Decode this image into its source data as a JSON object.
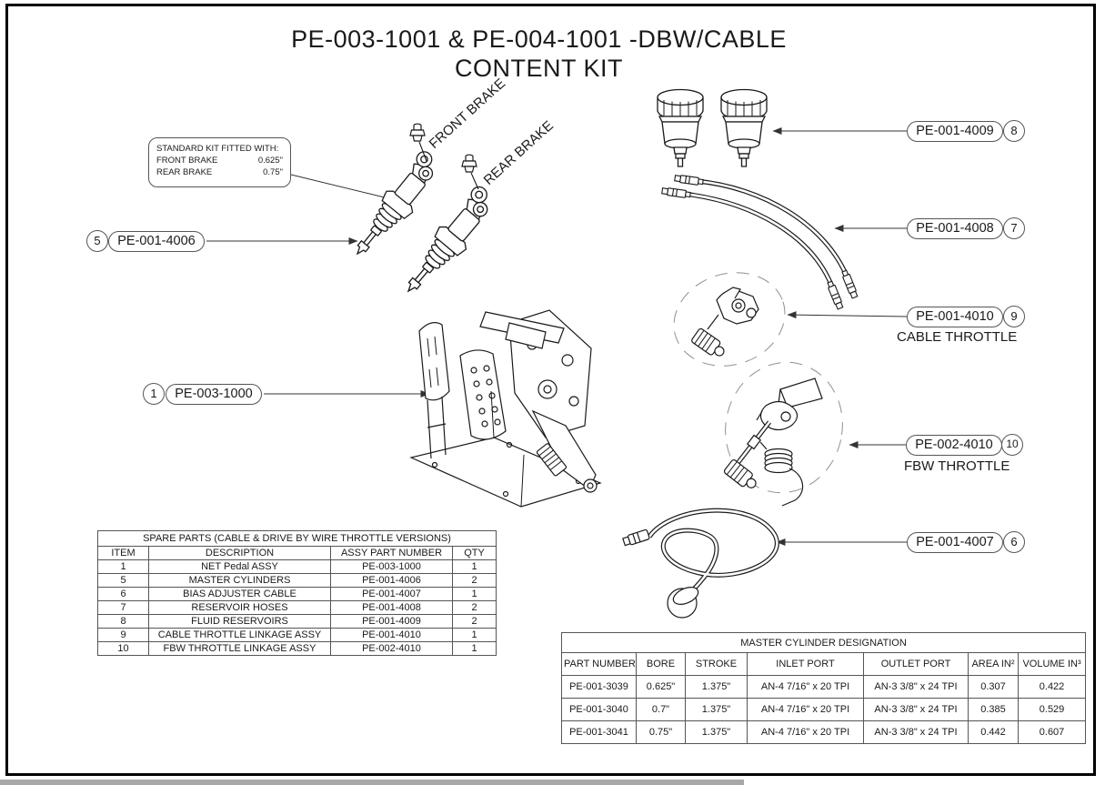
{
  "title": {
    "line1": "PE-003-1001 & PE-004-1001 -DBW/CABLE",
    "line2": "CONTENT KIT"
  },
  "note_box": {
    "heading": "STANDARD KIT FITTED WITH:",
    "rows": [
      {
        "label": "FRONT BRAKE",
        "value": "0.625\""
      },
      {
        "label": "REAR BRAKE",
        "value": "0.75\""
      }
    ]
  },
  "diagram_labels": {
    "front_brake": "FRONT BRAKE",
    "rear_brake": "REAR BRAKE"
  },
  "callouts": {
    "master_cylinders": {
      "number": "5",
      "part": "PE-001-4006"
    },
    "pedal_assy": {
      "number": "1",
      "part": "PE-003-1000"
    },
    "fluid_reservoirs": {
      "number": "8",
      "part": "PE-001-4009"
    },
    "reservoir_hoses": {
      "number": "7",
      "part": "PE-001-4008"
    },
    "cable_throttle": {
      "number": "9",
      "part": "PE-001-4010",
      "caption": "CABLE THROTTLE"
    },
    "fbw_throttle": {
      "number": "10",
      "part": "PE-002-4010",
      "caption": "FBW THROTTLE"
    },
    "bias_cable": {
      "number": "6",
      "part": "PE-001-4007"
    }
  },
  "spare_table": {
    "title": "SPARE PARTS (CABLE & DRIVE BY WIRE THROTTLE VERSIONS)",
    "headers": {
      "item": "ITEM",
      "description": "DESCRIPTION",
      "part": "ASSY PART NUMBER",
      "qty": "QTY"
    },
    "rows": [
      {
        "item": "1",
        "description": "NET Pedal ASSY",
        "part": "PE-003-1000",
        "qty": "1"
      },
      {
        "item": "5",
        "description": "MASTER CYLINDERS",
        "part": "PE-001-4006",
        "qty": "2"
      },
      {
        "item": "6",
        "description": "BIAS ADJUSTER CABLE",
        "part": "PE-001-4007",
        "qty": "1"
      },
      {
        "item": "7",
        "description": "RESERVOIR HOSES",
        "part": "PE-001-4008",
        "qty": "2"
      },
      {
        "item": "8",
        "description": "FLUID RESERVOIRS",
        "part": "PE-001-4009",
        "qty": "2"
      },
      {
        "item": "9",
        "description": "CABLE THROTTLE LINKAGE ASSY",
        "part": "PE-001-4010",
        "qty": "1"
      },
      {
        "item": "10",
        "description": "FBW THROTTLE LINKAGE ASSY",
        "part": "PE-002-4010",
        "qty": "1"
      }
    ]
  },
  "cylinder_table": {
    "title": "MASTER CYLINDER DESIGNATION",
    "headers": {
      "part": "PART NUMBER",
      "bore": "BORE",
      "stroke": "STROKE",
      "inlet": "INLET PORT",
      "outlet": "OUTLET PORT",
      "area": "AREA IN²",
      "volume": "VOLUME IN³"
    },
    "rows": [
      {
        "part": "PE-001-3039",
        "bore": "0.625\"",
        "stroke": "1.375\"",
        "inlet": "AN-4  7/16\" x 20 TPI",
        "outlet": "AN-3  3/8\" x 24 TPI",
        "area": "0.307",
        "volume": "0.422"
      },
      {
        "part": "PE-001-3040",
        "bore": "0.7\"",
        "stroke": "1.375\"",
        "inlet": "AN-4  7/16\" x 20 TPI",
        "outlet": "AN-3  3/8\" x 24 TPI",
        "area": "0.385",
        "volume": "0.529"
      },
      {
        "part": "PE-001-3041",
        "bore": "0.75\"",
        "stroke": "1.375\"",
        "inlet": "AN-4  7/16\" x 20 TPI",
        "outlet": "AN-3  3/8\" x 24 TPI",
        "area": "0.442",
        "volume": "0.607"
      }
    ]
  },
  "colors": {
    "line": "#1a1a1a",
    "dashed": "#909090",
    "background": "#ffffff"
  }
}
